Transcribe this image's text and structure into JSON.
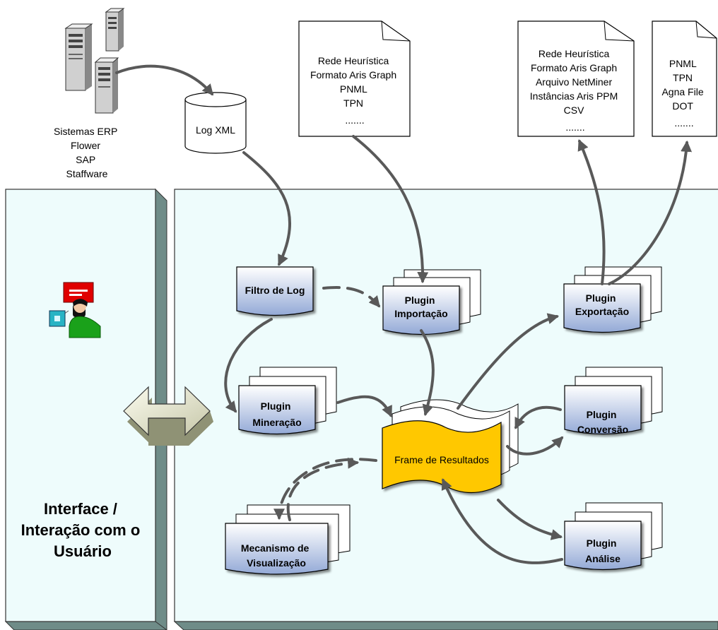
{
  "sources": {
    "systems": [
      "Sistemas ERP",
      "Flower",
      "SAP",
      "Staffware"
    ],
    "log_xml": "Log XML"
  },
  "documents": {
    "import_formats": [
      "Rede Heurística",
      "Formato Aris Graph",
      "PNML",
      "TPN",
      "......."
    ],
    "export_formats_1": [
      "Rede Heurística",
      "Formato Aris Graph",
      "Arquivo NetMiner",
      "Instâncias Aris PPM",
      "CSV",
      "......."
    ],
    "export_formats_2": [
      "PNML",
      "TPN",
      "Agna File",
      "DOT",
      "......."
    ]
  },
  "left_panel": {
    "title": [
      "Interface /",
      "Interação com o",
      "Usuário"
    ]
  },
  "nodes": {
    "filtro": [
      "Filtro de Log"
    ],
    "importacao": [
      "Plugin",
      "Importação"
    ],
    "exportacao": [
      "Plugin",
      "Exportação"
    ],
    "mineracao": [
      "Plugin",
      "Mineração"
    ],
    "conversao": [
      "Plugin",
      "Conversão"
    ],
    "analise": [
      "Plugin",
      "Análise"
    ],
    "visualizacao": [
      "Mecanismo de",
      "Visualização"
    ],
    "frame": "Frame de Resultados"
  },
  "colors": {
    "panel_fill": "#eefcfc",
    "panel_side": "#6f8c88",
    "node_top": "#ffffff",
    "node_bottom": "#9fb3d9",
    "frame_fill": "#ffc800",
    "arrow": "#595959"
  }
}
